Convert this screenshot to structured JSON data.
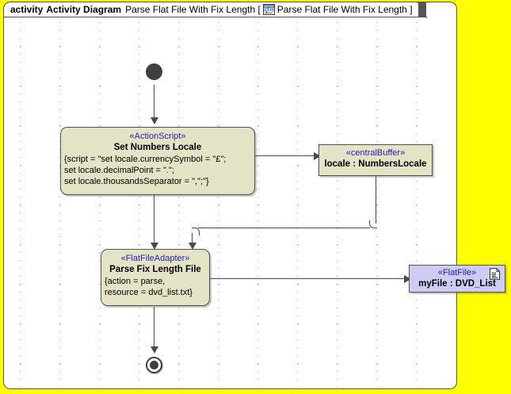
{
  "frame": {
    "keyword": "activity",
    "type_label": "Activity Diagram",
    "name": "Parse Flat File With Fix Length [",
    "icon": "activity-diagram-icon",
    "qualified_name": "Parse Flat File With Fix Length ]",
    "canvas_bg": "#ffffff",
    "outside_bg": "#ffff00"
  },
  "nodes": {
    "initial": {
      "label": "initial-node"
    },
    "final": {
      "label": "activity-final-node"
    },
    "set_numbers_locale": {
      "stereotype": "«ActionScript»",
      "name": "Set Numbers Locale",
      "body": [
        "{script = \"set locale.currencySymbol = \"£\";",
        "set locale.decimalPoint = \".\";",
        "set locale.thousandsSeparator = \",\";\"}"
      ],
      "fill": "#e4e3c6"
    },
    "locale_buffer": {
      "stereotype": "«centralBuffer»",
      "name": "locale : NumbersLocale",
      "fill": "#e4e3c6"
    },
    "parse_fix_length_file": {
      "stereotype": "«FlatFileAdapter»",
      "name": "Parse Fix Length File",
      "body": [
        "{action = parse,",
        "resource = dvd_list.txt}"
      ],
      "fill": "#e4e3c6"
    },
    "my_file": {
      "stereotype": "«FlatFile»",
      "name": "myFile : DVD_List",
      "icon": "document-icon",
      "fill": "#ccccf5"
    }
  },
  "edges": [
    {
      "name": "initial-to-set-numbers-locale"
    },
    {
      "name": "set-numbers-locale-to-locale-buffer"
    },
    {
      "name": "set-numbers-locale-to-parse-fix-length-file"
    },
    {
      "name": "locale-buffer-to-parse-fix-length-file"
    },
    {
      "name": "parse-fix-length-file-to-my-file"
    },
    {
      "name": "parse-fix-length-file-to-final"
    }
  ]
}
